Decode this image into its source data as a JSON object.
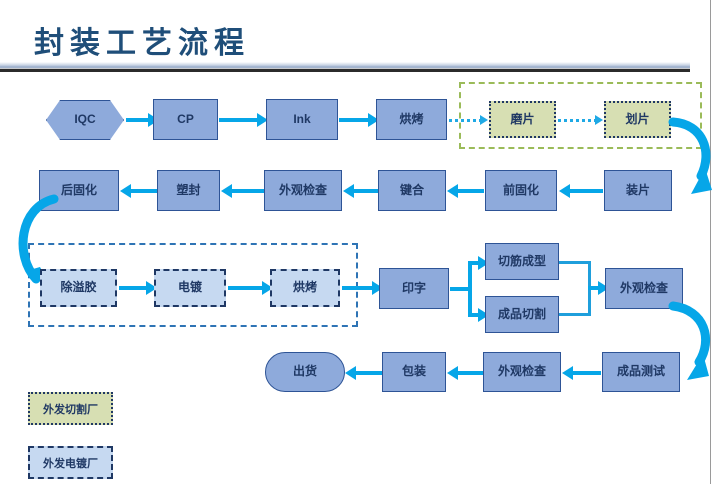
{
  "title": "封装工艺流程",
  "diagram": {
    "row1": [
      {
        "id": "iqc",
        "label": "IQC",
        "shape": "hexagon",
        "style": "blue"
      },
      {
        "id": "cp",
        "label": "CP",
        "shape": "rect",
        "style": "blue"
      },
      {
        "id": "ink",
        "label": "Ink",
        "shape": "rect",
        "style": "blue"
      },
      {
        "id": "bake1",
        "label": "烘烤",
        "shape": "rect",
        "style": "blue"
      },
      {
        "id": "grind",
        "label": "磨片",
        "shape": "rect",
        "style": "green-outsourced"
      },
      {
        "id": "scribe",
        "label": "划片",
        "shape": "rect",
        "style": "green-outsourced"
      }
    ],
    "row2": [
      {
        "id": "postcure",
        "label": "后固化",
        "shape": "rect",
        "style": "blue"
      },
      {
        "id": "mold",
        "label": "塑封",
        "shape": "rect",
        "style": "blue"
      },
      {
        "id": "visual1",
        "label": "外观检查",
        "shape": "rect",
        "style": "blue"
      },
      {
        "id": "bond",
        "label": "键合",
        "shape": "rect",
        "style": "blue"
      },
      {
        "id": "precure",
        "label": "前固化",
        "shape": "rect",
        "style": "blue"
      },
      {
        "id": "diebond",
        "label": "装片",
        "shape": "rect",
        "style": "blue"
      }
    ],
    "row3": [
      {
        "id": "deflash",
        "label": "除溢胶",
        "shape": "rect",
        "style": "lightblue-outsourced"
      },
      {
        "id": "plating",
        "label": "电镀",
        "shape": "rect",
        "style": "lightblue-outsourced"
      },
      {
        "id": "bake2",
        "label": "烘烤",
        "shape": "rect",
        "style": "lightblue-outsourced"
      },
      {
        "id": "marking",
        "label": "印字",
        "shape": "rect",
        "style": "blue"
      },
      {
        "id": "trimform",
        "label": "切筋成型",
        "shape": "rect",
        "style": "blue"
      },
      {
        "id": "singulate",
        "label": "成品切割",
        "shape": "rect",
        "style": "blue"
      },
      {
        "id": "visual2",
        "label": "外观检查",
        "shape": "rect",
        "style": "blue"
      }
    ],
    "row4": [
      {
        "id": "finaltest",
        "label": "成品测试",
        "shape": "rect",
        "style": "blue"
      },
      {
        "id": "visual3",
        "label": "外观检查",
        "shape": "rect",
        "style": "blue"
      },
      {
        "id": "packing",
        "label": "包装",
        "shape": "rect",
        "style": "blue"
      },
      {
        "id": "shipping",
        "label": "出货",
        "shape": "rounded",
        "style": "blue"
      }
    ]
  },
  "legend": [
    {
      "id": "legend-cutting",
      "label": "外发切割厂",
      "style": "green-outsourced"
    },
    {
      "id": "legend-plating",
      "label": "外发电镀厂",
      "style": "lightblue-outsourced"
    }
  ],
  "colors": {
    "title": "#1F4E79",
    "node_blue_fill": "#8EAADB",
    "node_blue_border": "#2E5496",
    "node_green_fill": "#D7DFB3",
    "node_lightblue_fill": "#C6D9F1",
    "arrow": "#06A6E8",
    "group_green_border": "#9BBB59",
    "group_blue_border": "#2E74B5",
    "text": "#1F3864"
  }
}
